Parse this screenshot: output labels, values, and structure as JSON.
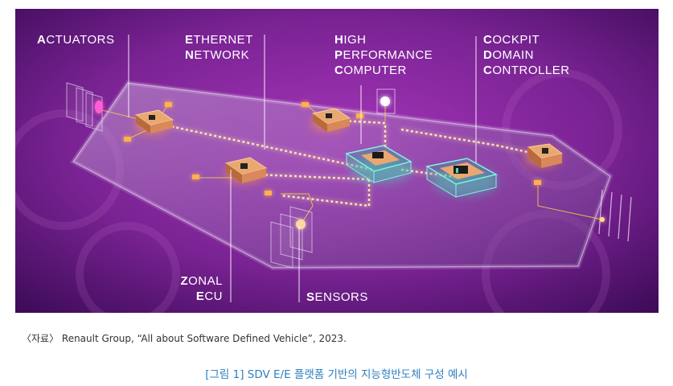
{
  "diagram": {
    "labels": {
      "actuators": [
        "ACTUATORS"
      ],
      "ethernet": [
        "ETHERNET",
        "NETWORK"
      ],
      "hpc": [
        "HIGH",
        "PERFORMANCE",
        "COMPUTER"
      ],
      "cockpit": [
        "COCKPIT",
        "DOMAIN",
        "CONTROLLER"
      ],
      "zonal": [
        "ZONAL",
        "ECU"
      ],
      "sensors": [
        "SENSORS"
      ]
    }
  },
  "source": "〈자료〉 Renault Group, “All about Software Defined Vehicle”, 2023.",
  "caption": "[그림 1] SDV E/E 플랫폼 기반의 지능형반도체 구성 예시",
  "colors": {
    "background_dark": "#3a0a55",
    "background_mid": "#8a2a9e",
    "glow_orange": "#ffb050",
    "glow_teal": "#3fe0c0",
    "caption_blue": "#2d7fc1"
  }
}
